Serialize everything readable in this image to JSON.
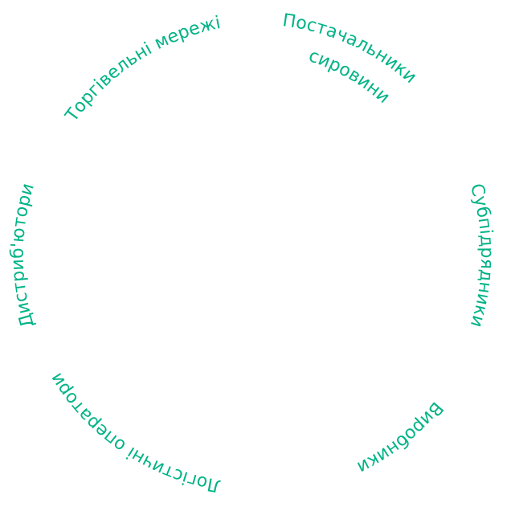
{
  "style": {
    "background": "#ffffff",
    "label_color": "#00b386"
  },
  "labels": [
    {
      "id": "suppliers",
      "lines": [
        "Постачальники",
        "сировини"
      ]
    },
    {
      "id": "subcontractors",
      "lines": [
        "Субпідрядники"
      ]
    },
    {
      "id": "manufacturers",
      "lines": [
        "Виробники"
      ]
    },
    {
      "id": "logistics",
      "lines": [
        "Логістичні оператори"
      ]
    },
    {
      "id": "distributors",
      "lines": [
        "Дистриб'ютори"
      ]
    },
    {
      "id": "retail",
      "lines": [
        "Торгівельні мережі"
      ]
    }
  ]
}
